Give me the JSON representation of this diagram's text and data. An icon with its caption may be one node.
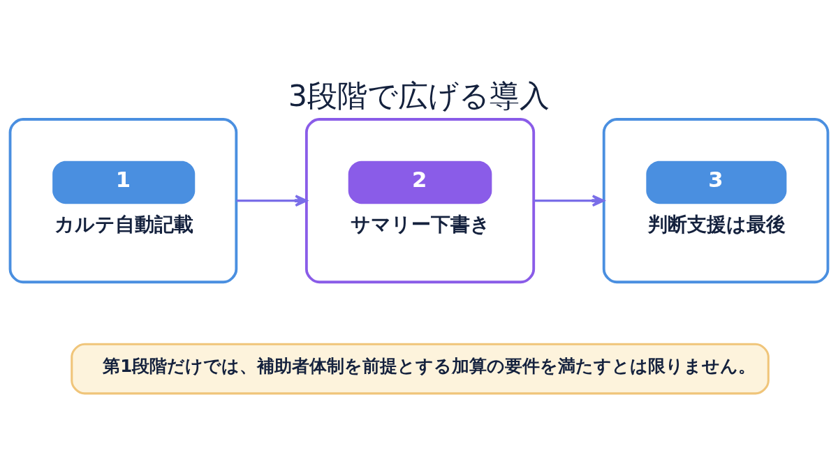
{
  "diagram": {
    "title": "3段階で広げる導入",
    "nodes": [
      {
        "text": [
          "1",
          "カルテ自動記載"
        ]
      },
      {
        "text": [
          "2",
          "サマリー下書き"
        ]
      },
      {
        "text": [
          "3",
          "判断支援は最後"
        ]
      },
      {
        "text": [
          "第1段階だけでは、補助者体制を前提とする加算の要件を満たすとは限りません。"
        ]
      }
    ],
    "edges": [
      {
        "from": 0,
        "to": 1,
        "arrow": "to"
      },
      {
        "from": 1,
        "to": 2,
        "arrow": "to"
      }
    ]
  }
}
